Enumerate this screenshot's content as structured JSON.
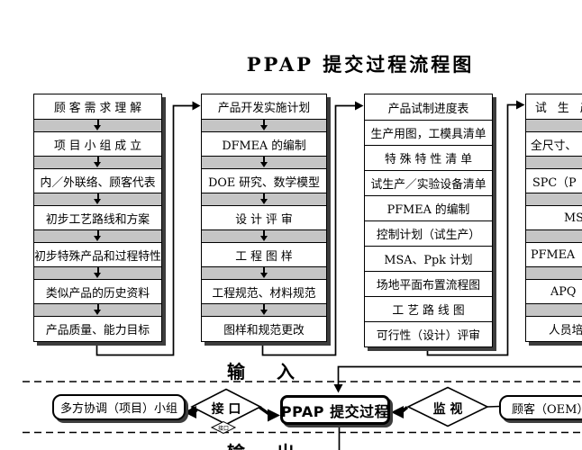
{
  "title": "PPAP 提交过程流程图",
  "flow_columns": {
    "col1": [
      "顾 客 需 求 理 解",
      "项 目 小 组 成 立",
      "内／外联络、顾客代表",
      "初步工艺路线和方案",
      "初步特殊产品和过程特性",
      "类似产品的历史资料",
      "产品质量、能力目标"
    ],
    "col2": [
      "产品开发实施计划",
      "DFMEA 的编制",
      "DOE 研究、数学模型",
      "设 计 评 审",
      "工 程 图 样",
      "工程规范、材料规范",
      "图样和规范更改"
    ],
    "col3": [
      "产品试制进度表",
      "生产用图，工模具清单",
      "特 殊 特 性 清 单",
      "试生产／实验设备清单",
      "PFMEA 的编制",
      "控制计划（试生产）",
      "MSA、Ppk 计划",
      "场地平面布置流程图",
      "工 艺 路 线 图",
      "可行性（设计）评审"
    ],
    "col4": [
      "试 生 产",
      "全尺寸、",
      "SPC（P",
      "MSA",
      "PFMEA",
      "APQ",
      "人员培"
    ]
  },
  "io_bands": {
    "input_label": "输 入",
    "output_label": "输 出"
  },
  "process_row": {
    "team_box": "多方协调（项目）小组",
    "interface_diamond": "接 口",
    "interface_small_diamond": "接口",
    "ppap_box": "PPAP 提交过程",
    "monitor_diamond": "监 视",
    "customer_box": "顾客（OEM）"
  },
  "colors": {
    "gap_gray": "#c5c5c5",
    "shadow": "#3d3d3d",
    "line": "#000000"
  }
}
